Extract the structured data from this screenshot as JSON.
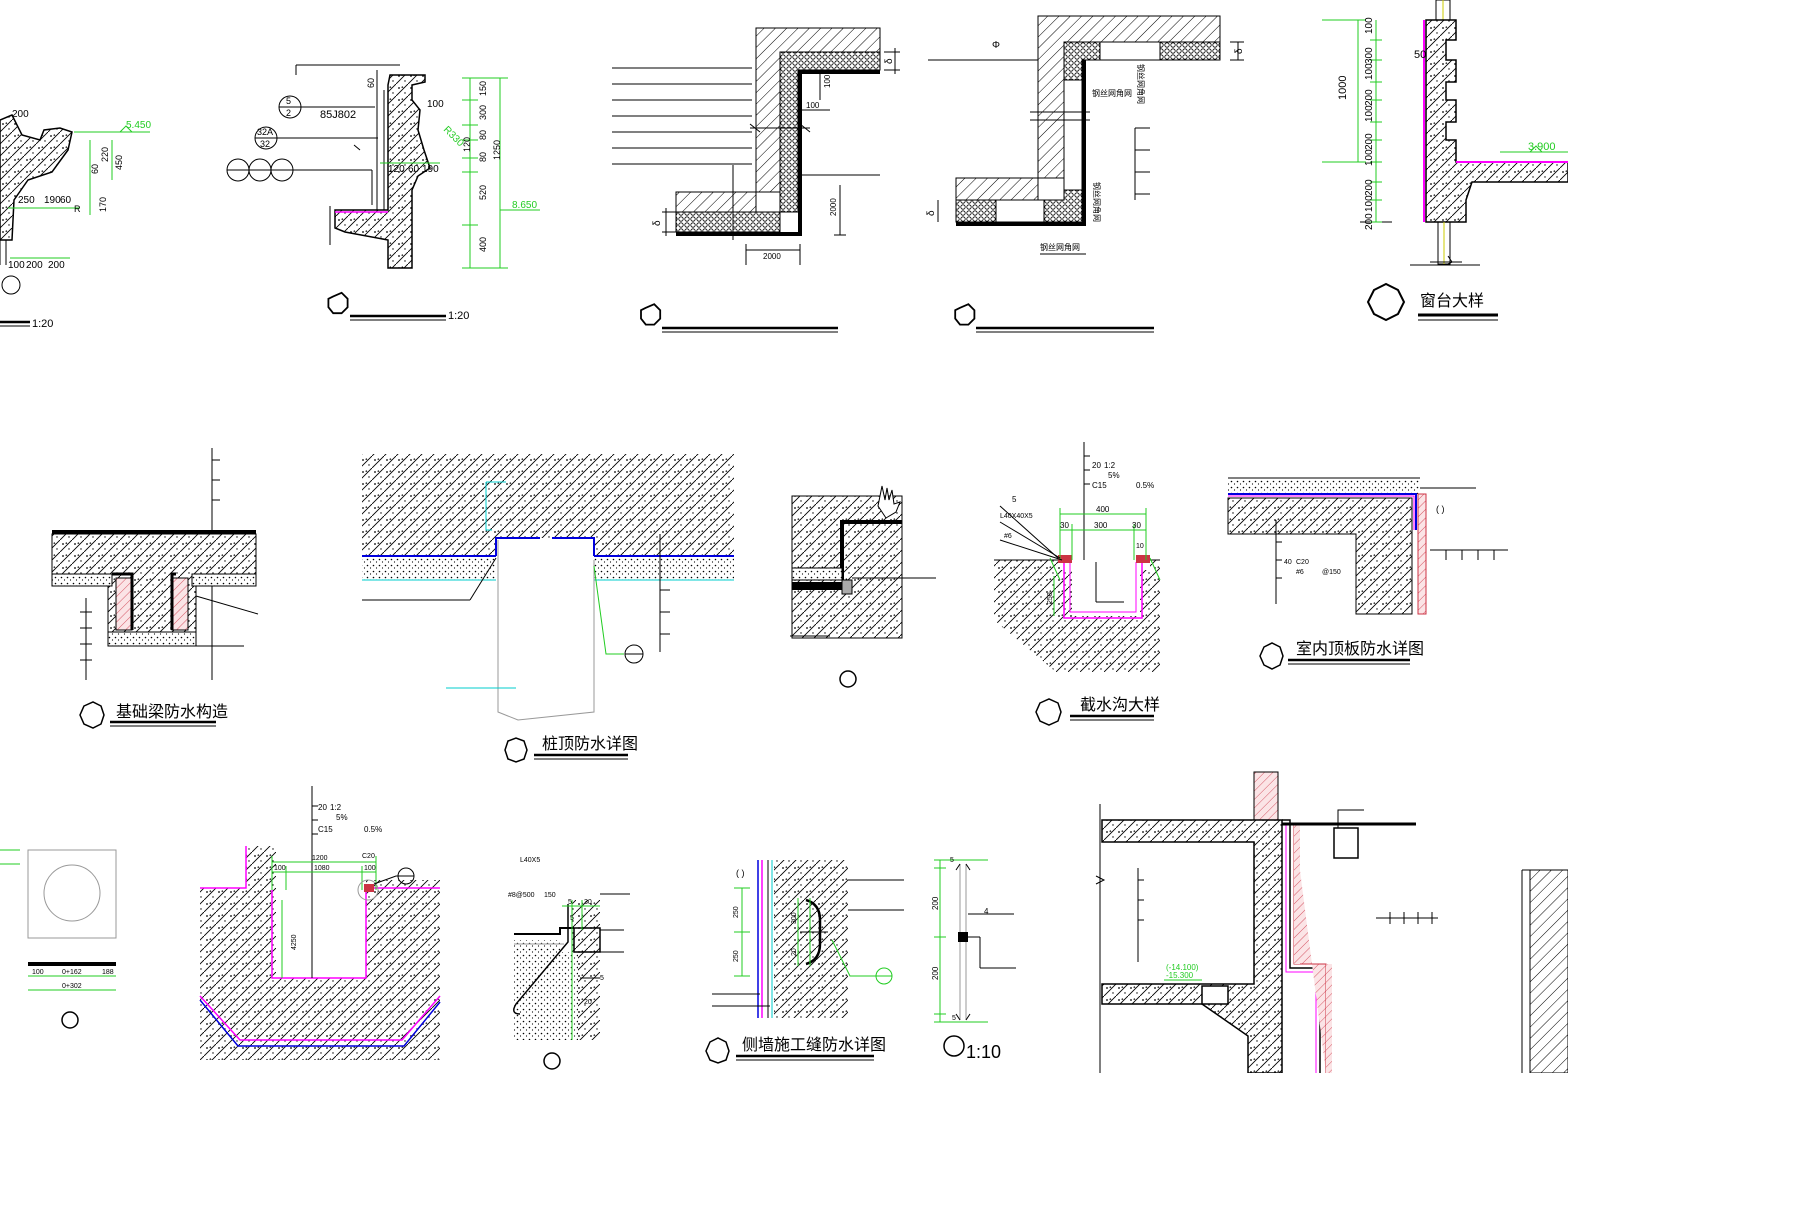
{
  "colors": {
    "line": "#000000",
    "dimension": "#22cc22",
    "membrane_blue": "#0000dd",
    "membrane_magenta": "#ff00ff",
    "cyan": "#00cccc",
    "brick": "#cc3344",
    "gray": "#999999"
  },
  "top_row": {
    "d1": {
      "dims": [
        "200",
        "5.450",
        "60",
        "220",
        "450",
        "250",
        "190",
        "60",
        "R",
        "170",
        "100",
        "200",
        "200"
      ],
      "scale": "1:20"
    },
    "d2": {
      "ref1_top": "5",
      "ref1_bot": "2",
      "ref1_text": "85J802",
      "ref2_top": "32A",
      "ref2_bot": "32",
      "dims_top": [
        "60",
        "100",
        "R330"
      ],
      "dims_mid": [
        "120",
        "60",
        "190"
      ],
      "dims_right": [
        "150",
        "300",
        "120",
        "80",
        "80",
        "1250",
        "520",
        "400"
      ],
      "level": "8.650",
      "scale": "1:20"
    },
    "d3": {
      "dims": [
        "δ",
        "100",
        "100",
        "δ",
        "2000",
        "2000"
      ]
    },
    "d4": {
      "phi": "Φ",
      "delta": "δ",
      "labels": [
        "钢丝网角网",
        "钢丝网角网",
        "钢丝网角网",
        "钢丝网角网"
      ]
    },
    "d5": {
      "total": "1000",
      "dims": [
        "100",
        "300",
        "100",
        "200",
        "100",
        "200",
        "100",
        "200",
        "100",
        "200"
      ],
      "inner": "50",
      "level": "3.900",
      "title": "窗台大样"
    }
  },
  "mid_row": {
    "m1": {
      "title": "基础梁防水构造"
    },
    "m2": {
      "title": "桩顶防水详图"
    },
    "m4": {
      "dims": [
        "20",
        "1:2",
        "5%",
        "C15",
        "0.5%",
        "400",
        "30",
        "300",
        "30",
        "5",
        "L40X40X5",
        "#6",
        "10",
        "250"
      ],
      "title": "截水沟大样"
    },
    "m5": {
      "dims": [
        "( )",
        "40",
        "C20",
        "#6",
        "@150"
      ],
      "title": "室内顶板防水详图"
    }
  },
  "bot_row": {
    "b1": {
      "dims": [
        "100",
        "0+162",
        "188",
        "0+302"
      ]
    },
    "b2": {
      "dims": [
        "20",
        "1:2",
        "5%",
        "C15",
        "0.5%",
        "1200",
        "100",
        "1080",
        "100",
        "C20",
        "4250"
      ]
    },
    "b3": {
      "dims": [
        "L40X5",
        "#8@500",
        "150",
        "5",
        "30",
        "5",
        "5",
        "20"
      ]
    },
    "b4": {
      "dims": [
        "( )",
        "250",
        "250",
        "300",
        "20"
      ],
      "title": "侧墙施工缝防水详图"
    },
    "b5": {
      "dims": [
        "5",
        "200",
        "200",
        "5",
        "4"
      ],
      "scale": "1:10"
    },
    "b6": {
      "levels": [
        "(-14.100)",
        "-15.300"
      ]
    }
  }
}
